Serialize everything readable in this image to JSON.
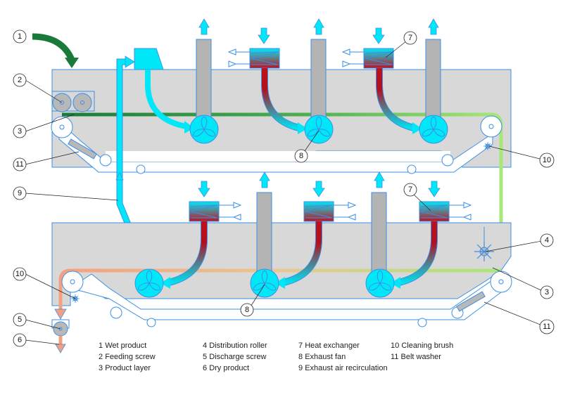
{
  "title": "Two-stage belt dryer schematic",
  "callouts": {
    "c1": "1",
    "c2": "2",
    "c3": "3",
    "c3b": "3",
    "c4": "4",
    "c5": "5",
    "c6": "6",
    "c7a": "7",
    "c7b": "7",
    "c8a": "8",
    "c8b": "8",
    "c9": "9",
    "c10a": "10",
    "c10b": "10",
    "c11a": "11",
    "c11b": "11"
  },
  "legend": {
    "columns": [
      [
        {
          "num": "1",
          "text": "Wet product"
        },
        {
          "num": "2",
          "text": "Feeding screw"
        },
        {
          "num": "3",
          "text": "Product layer"
        }
      ],
      [
        {
          "num": "4",
          "text": "Distribution roller"
        },
        {
          "num": "5",
          "text": "Discharge screw"
        },
        {
          "num": "6",
          "text": "Dry product"
        }
      ],
      [
        {
          "num": "7",
          "text": "Heat exchanger"
        },
        {
          "num": "8",
          "text": "Exhaust fan"
        },
        {
          "num": "9",
          "text": "Exhaust air recirculation"
        }
      ],
      [
        {
          "num": "10",
          "text": "Cleaning brush"
        },
        {
          "num": "11",
          "text": "Belt washer"
        }
      ]
    ]
  },
  "colors": {
    "chamber": "#d8d8d8",
    "outline": "#3a8fe6",
    "air": "#00e8f8",
    "hot": "#c0101a",
    "wet_product": "#1a7a3a",
    "mid_product": "#a8e878",
    "dry_product": "#f4a080",
    "stack": "#b4b4b4"
  },
  "icons": {
    "fan": "exhaust-fan-icon",
    "heat_exchanger": "heat-exchanger-icon",
    "roller": "roller-icon",
    "brush": "cleaning-brush-icon"
  }
}
